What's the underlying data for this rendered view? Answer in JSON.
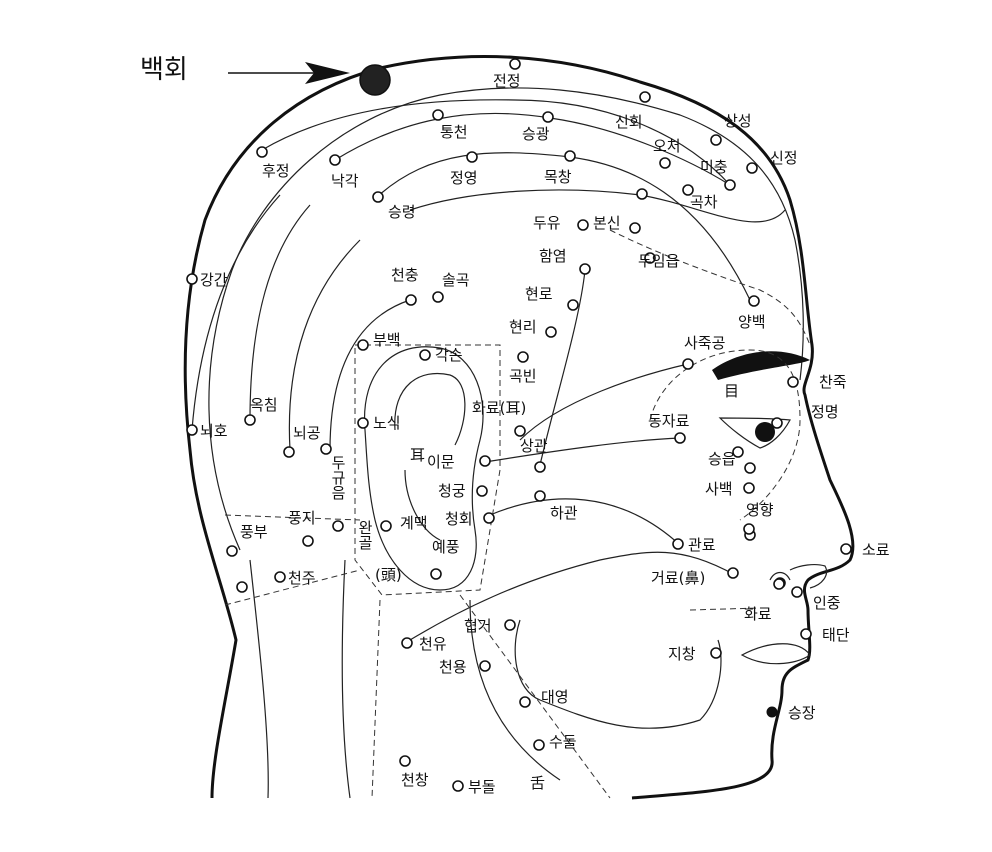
{
  "title_label": "백회",
  "points": [
    {
      "id": "baekhoe",
      "label": "",
      "big": true
    },
    {
      "id": "jeonjeong",
      "label": "전정"
    },
    {
      "id": "tongcheon",
      "label": "통천"
    },
    {
      "id": "seunggwang",
      "label": "승광"
    },
    {
      "id": "sinhoe",
      "label": "신회"
    },
    {
      "id": "sangseong",
      "label": "상성"
    },
    {
      "id": "ocheo",
      "label": "오처"
    },
    {
      "id": "michung",
      "label": "미충"
    },
    {
      "id": "sinjeong",
      "label": "신정"
    },
    {
      "id": "hujeong",
      "label": "후정"
    },
    {
      "id": "nakgak",
      "label": "낙각"
    },
    {
      "id": "jeongyeong",
      "label": "정영"
    },
    {
      "id": "mokchang",
      "label": "목창"
    },
    {
      "id": "gokcha",
      "label": "곡차"
    },
    {
      "id": "seungnyeong",
      "label": "승령"
    },
    {
      "id": "duyu",
      "label": "두유"
    },
    {
      "id": "bonsin",
      "label": "본신"
    },
    {
      "id": "duimeup",
      "label": "두임읍"
    },
    {
      "id": "gangan",
      "label": "강간"
    },
    {
      "id": "hamyeom",
      "label": "함염"
    },
    {
      "id": "yangbaek",
      "label": "양백"
    },
    {
      "id": "hyeonro",
      "label": "현로"
    },
    {
      "id": "cheonchung",
      "label": "천충"
    },
    {
      "id": "solgok",
      "label": "솔곡"
    },
    {
      "id": "hyeonri",
      "label": "현리"
    },
    {
      "id": "bubaek",
      "label": "부백"
    },
    {
      "id": "sajukgong",
      "label": "사죽공"
    },
    {
      "id": "gakson",
      "label": "각손"
    },
    {
      "id": "gokbin",
      "label": "곡빈"
    },
    {
      "id": "chanjuk",
      "label": "찬죽"
    },
    {
      "id": "hwaryo",
      "label": "화료(耳)"
    },
    {
      "id": "nosik",
      "label": "노식"
    },
    {
      "id": "noeho",
      "label": "뇌호"
    },
    {
      "id": "okchim",
      "label": "옥침"
    },
    {
      "id": "noegong",
      "label": "뇌공"
    },
    {
      "id": "dongjaryo",
      "label": "동자료"
    },
    {
      "id": "jeongmyeong",
      "label": "정명"
    },
    {
      "id": "sanggwan",
      "label": "상관"
    },
    {
      "id": "imun",
      "label": "이문"
    },
    {
      "id": "seungeup",
      "label": "승읍"
    },
    {
      "id": "cheonggung",
      "label": "청궁"
    },
    {
      "id": "sabaek",
      "label": "사백"
    },
    {
      "id": "cheonghoe",
      "label": "청회"
    },
    {
      "id": "hagwan",
      "label": "하관"
    },
    {
      "id": "gyemaek",
      "label": "계맥"
    },
    {
      "id": "pungbu",
      "label": "풍부"
    },
    {
      "id": "pungji",
      "label": "풍지"
    },
    {
      "id": "yeonghyang",
      "label": "영향"
    },
    {
      "id": "soryo",
      "label": "소료"
    },
    {
      "id": "gwallyo",
      "label": "관료"
    },
    {
      "id": "yepung",
      "label": "예풍"
    },
    {
      "id": "georyo",
      "label": "거료(鼻)"
    },
    {
      "id": "cheonju",
      "label": "천주"
    },
    {
      "id": "injung",
      "label": "인중"
    },
    {
      "id": "hwaryo_nose",
      "label": "화료"
    },
    {
      "id": "hyeopgeo",
      "label": "협거"
    },
    {
      "id": "taedan",
      "label": "태단"
    },
    {
      "id": "cheonyu",
      "label": "천유"
    },
    {
      "id": "jichang",
      "label": "지창"
    },
    {
      "id": "cheonyong",
      "label": "천용"
    },
    {
      "id": "daeyeong",
      "label": "대영"
    },
    {
      "id": "seungjang",
      "label": "승장",
      "filled": true
    },
    {
      "id": "sudol",
      "label": "수돌"
    },
    {
      "id": "cheonchang",
      "label": "천창"
    },
    {
      "id": "budol",
      "label": "부돌"
    },
    {
      "id": "w1",
      "label": ""
    },
    {
      "id": "w2",
      "label": ""
    },
    {
      "id": "w3",
      "label": ""
    },
    {
      "id": "w4",
      "label": ""
    },
    {
      "id": "w5",
      "label": ""
    },
    {
      "id": "w6",
      "label": ""
    },
    {
      "id": "w7",
      "label": ""
    }
  ],
  "hanja": {
    "ear": "耳",
    "eye": "目",
    "tongue": "舌",
    "head_vertical": "두규음",
    "wangol": "완골",
    "head_paren": "(頭)"
  }
}
